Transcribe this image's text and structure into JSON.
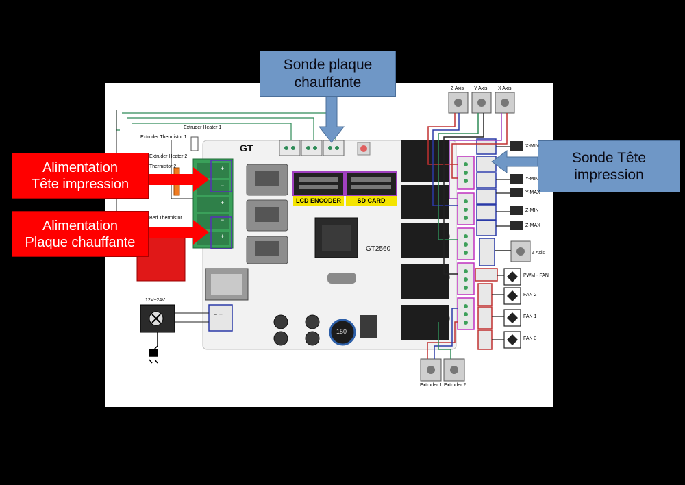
{
  "callouts": {
    "power_head": [
      "Alimentation",
      "Tête impression"
    ],
    "power_bed": [
      "Alimentation",
      "Plaque chauffante"
    ],
    "bed_probe": [
      "Sonde plaque",
      "chauffante"
    ],
    "head_probe": [
      "Sonde Tête",
      "impression"
    ]
  },
  "board": {
    "brand": "GT",
    "model": "GT2560",
    "lcd_header": "LCD ENCODER",
    "sd_header": "SD CARD",
    "inductor": "150"
  },
  "wiring_labels": {
    "extruder_heater_1": "Extruder Heater 1",
    "extruder_thermistor_1": "Extruder Thermistor 1",
    "extruder_heater_2": "Extruder Heater 2",
    "extruder_thermistor_2": "Thermistor 2",
    "bed_thermistor": "Bed Thermistor",
    "supply": "12V~24V"
  },
  "axis_labels": {
    "z_axis_top": "Z Axis",
    "y_axis": "Y Axis",
    "x_axis": "X Axis",
    "z_axis_side": "Z Axis",
    "extruder_1": "Extruder 1",
    "extruder_2": "Extruder 2"
  },
  "endstops": [
    "X-MIN",
    "Y-MIN",
    "Y-MAX",
    "Z-MIN",
    "Z-MAX"
  ],
  "fans": [
    "PWM - FAN",
    "FAN 2",
    "FAN 1",
    "FAN 3"
  ]
}
